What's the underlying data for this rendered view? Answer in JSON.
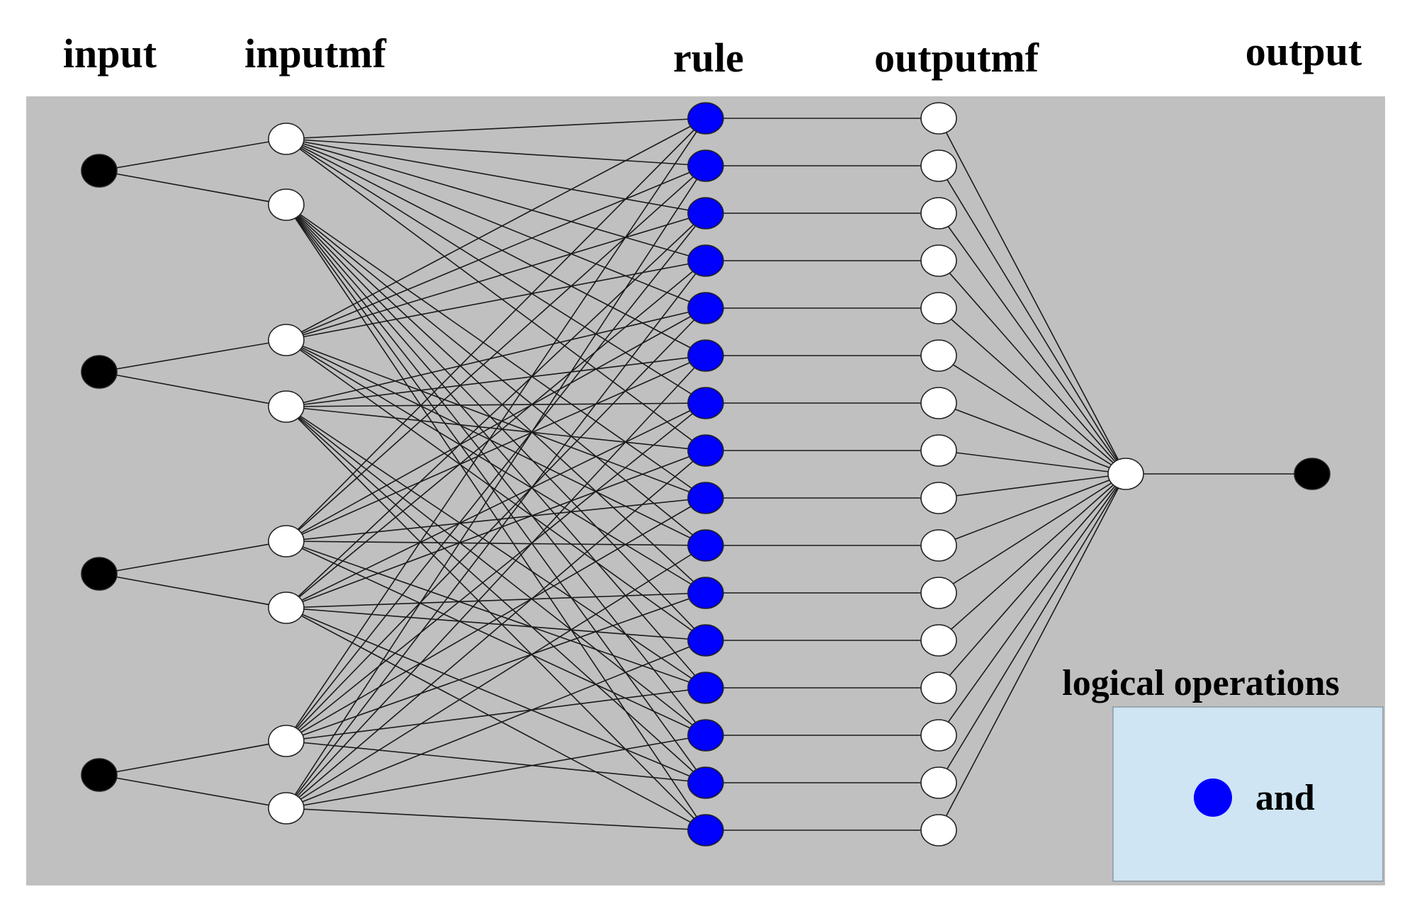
{
  "labels": {
    "input": "input",
    "inputmf": "inputmf",
    "rule": "rule",
    "outputmf": "outputmf",
    "output": "output"
  },
  "legend": {
    "title": "logical operations",
    "item_label": "and",
    "item_color": "#0000ff"
  },
  "colors": {
    "background": "#c0c0c0",
    "legend_box": "#cfe5f3",
    "input_node": "#000000",
    "mf_node": "#ffffff",
    "rule_node": "#0000ff",
    "output_node": "#000000"
  },
  "network": {
    "inputs": 4,
    "mfs_per_input": 2,
    "rules": 16,
    "outputmfs": 16,
    "outputs": 1
  }
}
